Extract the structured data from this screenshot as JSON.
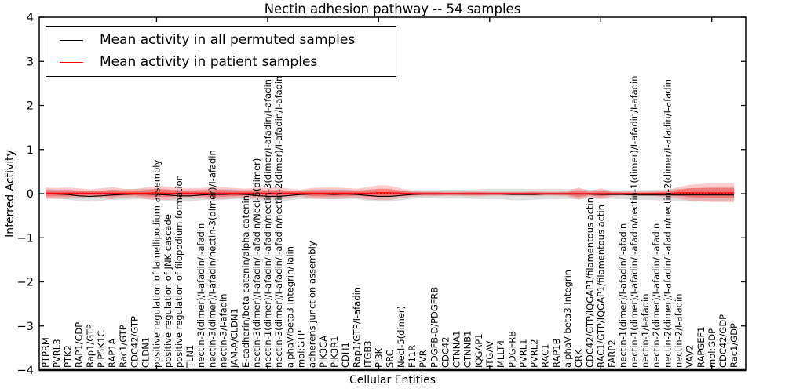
{
  "chart_data": {
    "type": "line",
    "title": "Nectin adhesion pathway -- 54 samples",
    "xlabel": "Cellular Entities",
    "ylabel": "Inferred Activity",
    "ylim": [
      -4,
      4
    ],
    "yticks": [
      -4,
      -3,
      -2,
      -1,
      0,
      1,
      2,
      3,
      4
    ],
    "x_major_tick_every": 10,
    "grid": false,
    "legend_position": "upper left",
    "zero_reference_line": 0,
    "categories": [
      "PTPRM",
      "PVRL3",
      "PTK2",
      "RAP1/GDP",
      "Rap1/GTP",
      "PIP5K1C",
      "RAP1A",
      "Rac1/GTP",
      "CDC42/GTP",
      "CLDN1",
      "positive regulation of lamellipodium assembly",
      "positive regulation of JNK cascade",
      "positive regulation of filopodium formation",
      "TLN1",
      "nectin-3(dimer)/I-afadin/I-afadin",
      "nectin-3(dimer)/I-afadin/nectin-3(dimer)/I-afadin",
      "nectin-3/I-afadin",
      "JAM-A/CLDN1",
      "E-cadherin/beta catenin/alpha catenin",
      "nectin-3(dimer)/I-afadin/I-afadin/Necl-5(dimer)",
      "nectin-1(dimer)/I-afadin/I-afadin/nectin-3(dimer/I-afadin/I-afadin",
      "nectin-3(dimer)/I-afadin/I-afadin/nectin-2(dimer)/I-afadin/I-afadin",
      "alphaV/beta3 Integrin/Talin",
      "mol:GTP",
      "adherens junction assembly",
      "PIK3CA",
      "PIK3R1",
      "CDH1",
      "Rap1/GTP/I-afadin",
      "ITGB3",
      "PI3K",
      "SRC",
      "Necl-5(dimer)",
      "F11R",
      "PVR",
      "PDGFB-D/PDGFRB",
      "CDC42",
      "CTNNA1",
      "CTNNB1",
      "IQGAP1",
      "ITGAV",
      "MLLT4",
      "PDGFRB",
      "PVRL1",
      "PVRL2",
      "RAC1",
      "RAP1B",
      "alphaV beta3 Integrin",
      "CRK",
      "CDC42/GTP/IQGAP1/filamentous actin",
      "RAC1/GTP/IQGAP1/filamentous actin",
      "FARP2",
      "nectin-1(dimer)/I-afadin/I-afadin",
      "nectin-1(dimer)/I-afadin/I-afadin/nectin-1(dimer)/I-afadin/I-afadin",
      "nectin-1/I-afadin",
      "nectin-2(dimer)/I-afadin/I-afadin",
      "nectin-2(dimer)/I-afadin/I-afadin/nectin-2(dimer/I-afadin/I-afadin",
      "nectin-2/I-afadin",
      "VAV2",
      "RAPGEF1",
      "mol:GDP",
      "CDC42/GDP",
      "Rac1/GDP"
    ],
    "series": [
      {
        "name": "Mean activity in all permuted samples",
        "color": "#000000",
        "band_color": "rgba(140,140,140,0.28)",
        "values": [
          0.0,
          -0.01,
          -0.02,
          -0.05,
          -0.06,
          -0.05,
          -0.03,
          -0.02,
          -0.01,
          -0.01,
          -0.02,
          -0.03,
          -0.05,
          -0.05,
          -0.03,
          -0.02,
          -0.02,
          -0.01,
          -0.02,
          -0.04,
          -0.06,
          -0.06,
          -0.04,
          -0.02,
          -0.01,
          -0.01,
          -0.02,
          -0.01,
          -0.02,
          -0.04,
          -0.06,
          -0.06,
          -0.04,
          -0.02,
          -0.01,
          -0.01,
          -0.01,
          -0.01,
          -0.01,
          -0.01,
          -0.01,
          -0.01,
          -0.02,
          -0.02,
          -0.02,
          -0.01,
          -0.01,
          -0.01,
          -0.01,
          -0.01,
          -0.02,
          -0.02,
          -0.02,
          -0.03,
          -0.03,
          -0.03,
          -0.03,
          -0.03,
          -0.03,
          -0.03,
          -0.03,
          -0.03,
          -0.03
        ],
        "band_half_widths": [
          0.1,
          0.11,
          0.11,
          0.12,
          0.12,
          0.11,
          0.11,
          0.12,
          0.12,
          0.12,
          0.13,
          0.13,
          0.13,
          0.13,
          0.12,
          0.12,
          0.12,
          0.11,
          0.11,
          0.12,
          0.12,
          0.12,
          0.11,
          0.1,
          0.11,
          0.11,
          0.11,
          0.11,
          0.1,
          0.12,
          0.12,
          0.12,
          0.11,
          0.1,
          0.09,
          0.09,
          0.1,
          0.1,
          0.1,
          0.11,
          0.12,
          0.12,
          0.13,
          0.13,
          0.12,
          0.12,
          0.12,
          0.11,
          0.11,
          0.1,
          0.1,
          0.1,
          0.1,
          0.11,
          0.11,
          0.12,
          0.13,
          0.14,
          0.15,
          0.15,
          0.15,
          0.15,
          0.15
        ]
      },
      {
        "name": "Mean activity in patient samples",
        "color": "#ff0000",
        "band_color": "rgba(255,45,45,0.25)",
        "inner_band_color": "rgba(255,25,25,0.38)",
        "inner_band_scale": 0.55,
        "values": [
          0.01,
          0.01,
          0.01,
          0.01,
          0.01,
          0.01,
          0.01,
          0.01,
          0.01,
          0.01,
          0.02,
          0.01,
          0.01,
          0.01,
          0.01,
          0.01,
          0.01,
          0.01,
          0.01,
          0.01,
          0.01,
          0.01,
          0.01,
          0.01,
          0.01,
          0.01,
          0.01,
          0.01,
          0.01,
          0.01,
          0.02,
          0.02,
          0.01,
          0.0,
          0.0,
          0.0,
          0.0,
          0.0,
          0.0,
          0.0,
          0.0,
          0.0,
          0.0,
          0.0,
          0.0,
          0.0,
          0.0,
          0.0,
          0.0,
          0.0,
          0.0,
          0.0,
          0.0,
          0.0,
          0.0,
          0.0,
          0.0,
          0.02,
          0.02,
          0.02,
          0.02,
          0.02,
          0.02
        ],
        "band_half_widths": [
          0.13,
          0.12,
          0.13,
          0.11,
          0.09,
          0.11,
          0.14,
          0.1,
          0.09,
          0.13,
          0.16,
          0.15,
          0.12,
          0.12,
          0.12,
          0.14,
          0.14,
          0.12,
          0.1,
          0.13,
          0.12,
          0.14,
          0.1,
          0.08,
          0.12,
          0.13,
          0.13,
          0.12,
          0.1,
          0.14,
          0.17,
          0.16,
          0.11,
          0.07,
          0.06,
          0.06,
          0.05,
          0.05,
          0.06,
          0.06,
          0.05,
          0.05,
          0.05,
          0.05,
          0.06,
          0.05,
          0.05,
          0.06,
          0.14,
          0.06,
          0.12,
          0.06,
          0.05,
          0.05,
          0.05,
          0.06,
          0.08,
          0.13,
          0.18,
          0.2,
          0.21,
          0.21,
          0.21
        ]
      }
    ]
  }
}
